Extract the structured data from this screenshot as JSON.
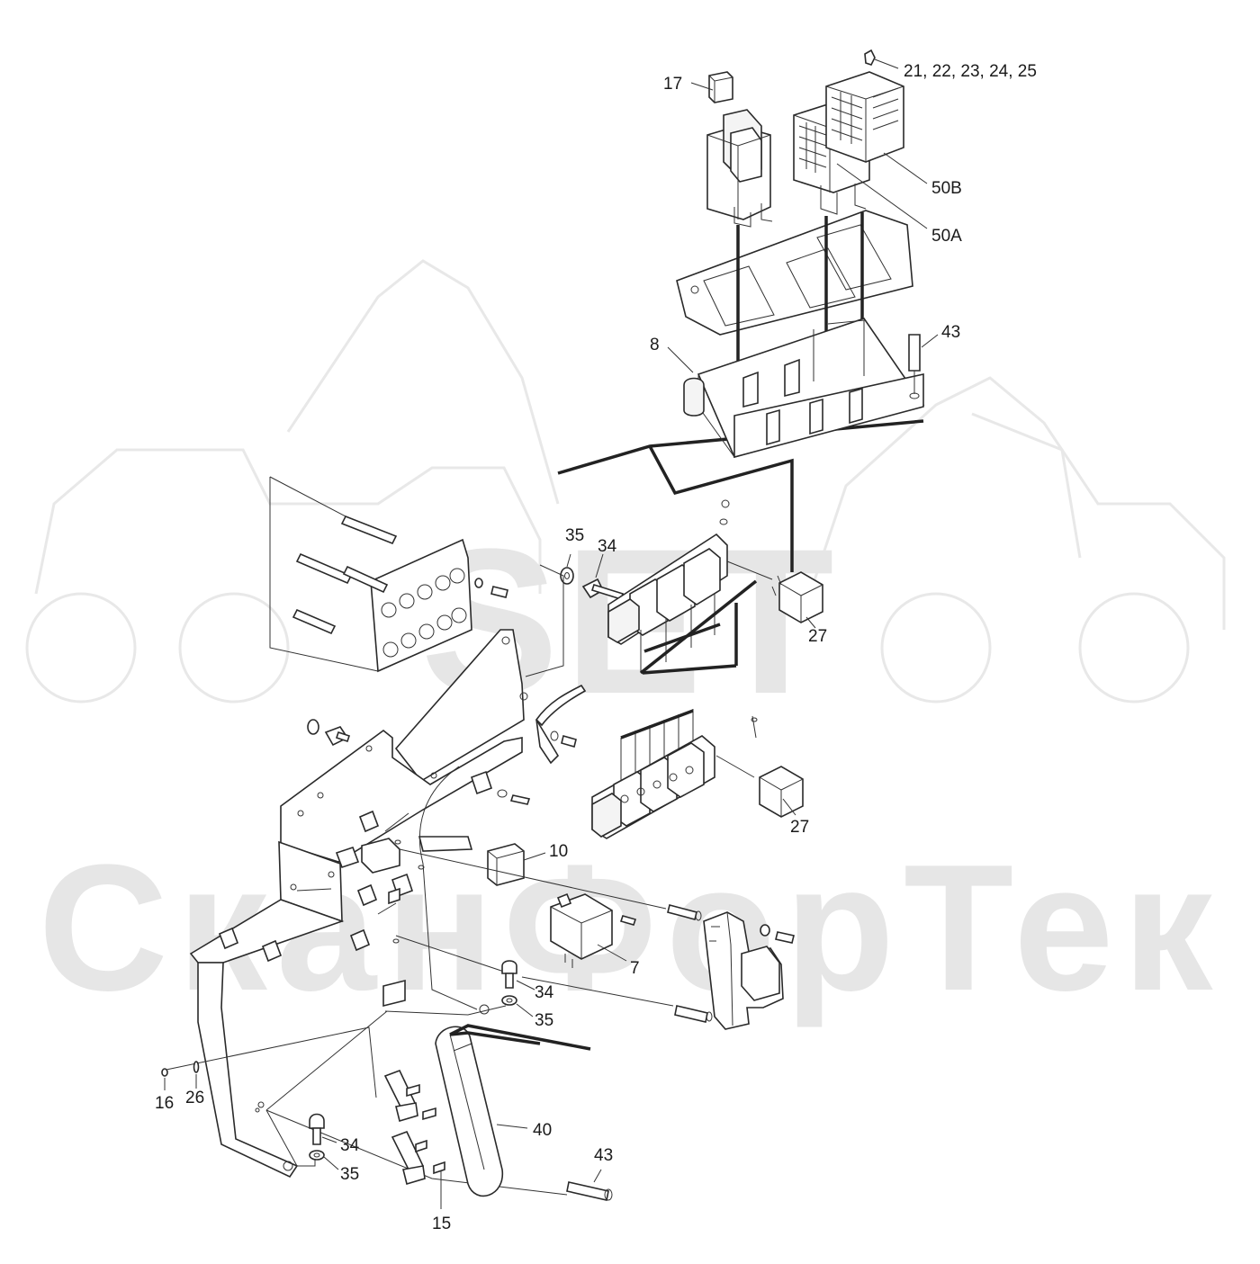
{
  "watermark": {
    "logo_text": "SET",
    "brand_text": "СканФорТек",
    "color": "#e6e6e6"
  },
  "colors": {
    "line": "#2a2a2a",
    "background": "#ffffff"
  },
  "callouts": [
    {
      "id": "c-21-25",
      "text": "21, 22, 23, 24, 25"
    },
    {
      "id": "c-17",
      "text": "17"
    },
    {
      "id": "c-50b",
      "text": "50B"
    },
    {
      "id": "c-50a",
      "text": "50A"
    },
    {
      "id": "c-8",
      "text": "8"
    },
    {
      "id": "c-43-top",
      "text": "43"
    },
    {
      "id": "c-35-top",
      "text": "35"
    },
    {
      "id": "c-34-top",
      "text": "34"
    },
    {
      "id": "c-27-top",
      "text": "27"
    },
    {
      "id": "c-27-mid",
      "text": "27"
    },
    {
      "id": "c-10",
      "text": "10"
    },
    {
      "id": "c-7",
      "text": "7"
    },
    {
      "id": "c-34-mid",
      "text": "34"
    },
    {
      "id": "c-35-mid",
      "text": "35"
    },
    {
      "id": "c-40",
      "text": "40"
    },
    {
      "id": "c-43-bot",
      "text": "43"
    },
    {
      "id": "c-16",
      "text": "16"
    },
    {
      "id": "c-26",
      "text": "26"
    },
    {
      "id": "c-34-bot",
      "text": "34"
    },
    {
      "id": "c-35-bot",
      "text": "35"
    },
    {
      "id": "c-15",
      "text": "15"
    }
  ]
}
